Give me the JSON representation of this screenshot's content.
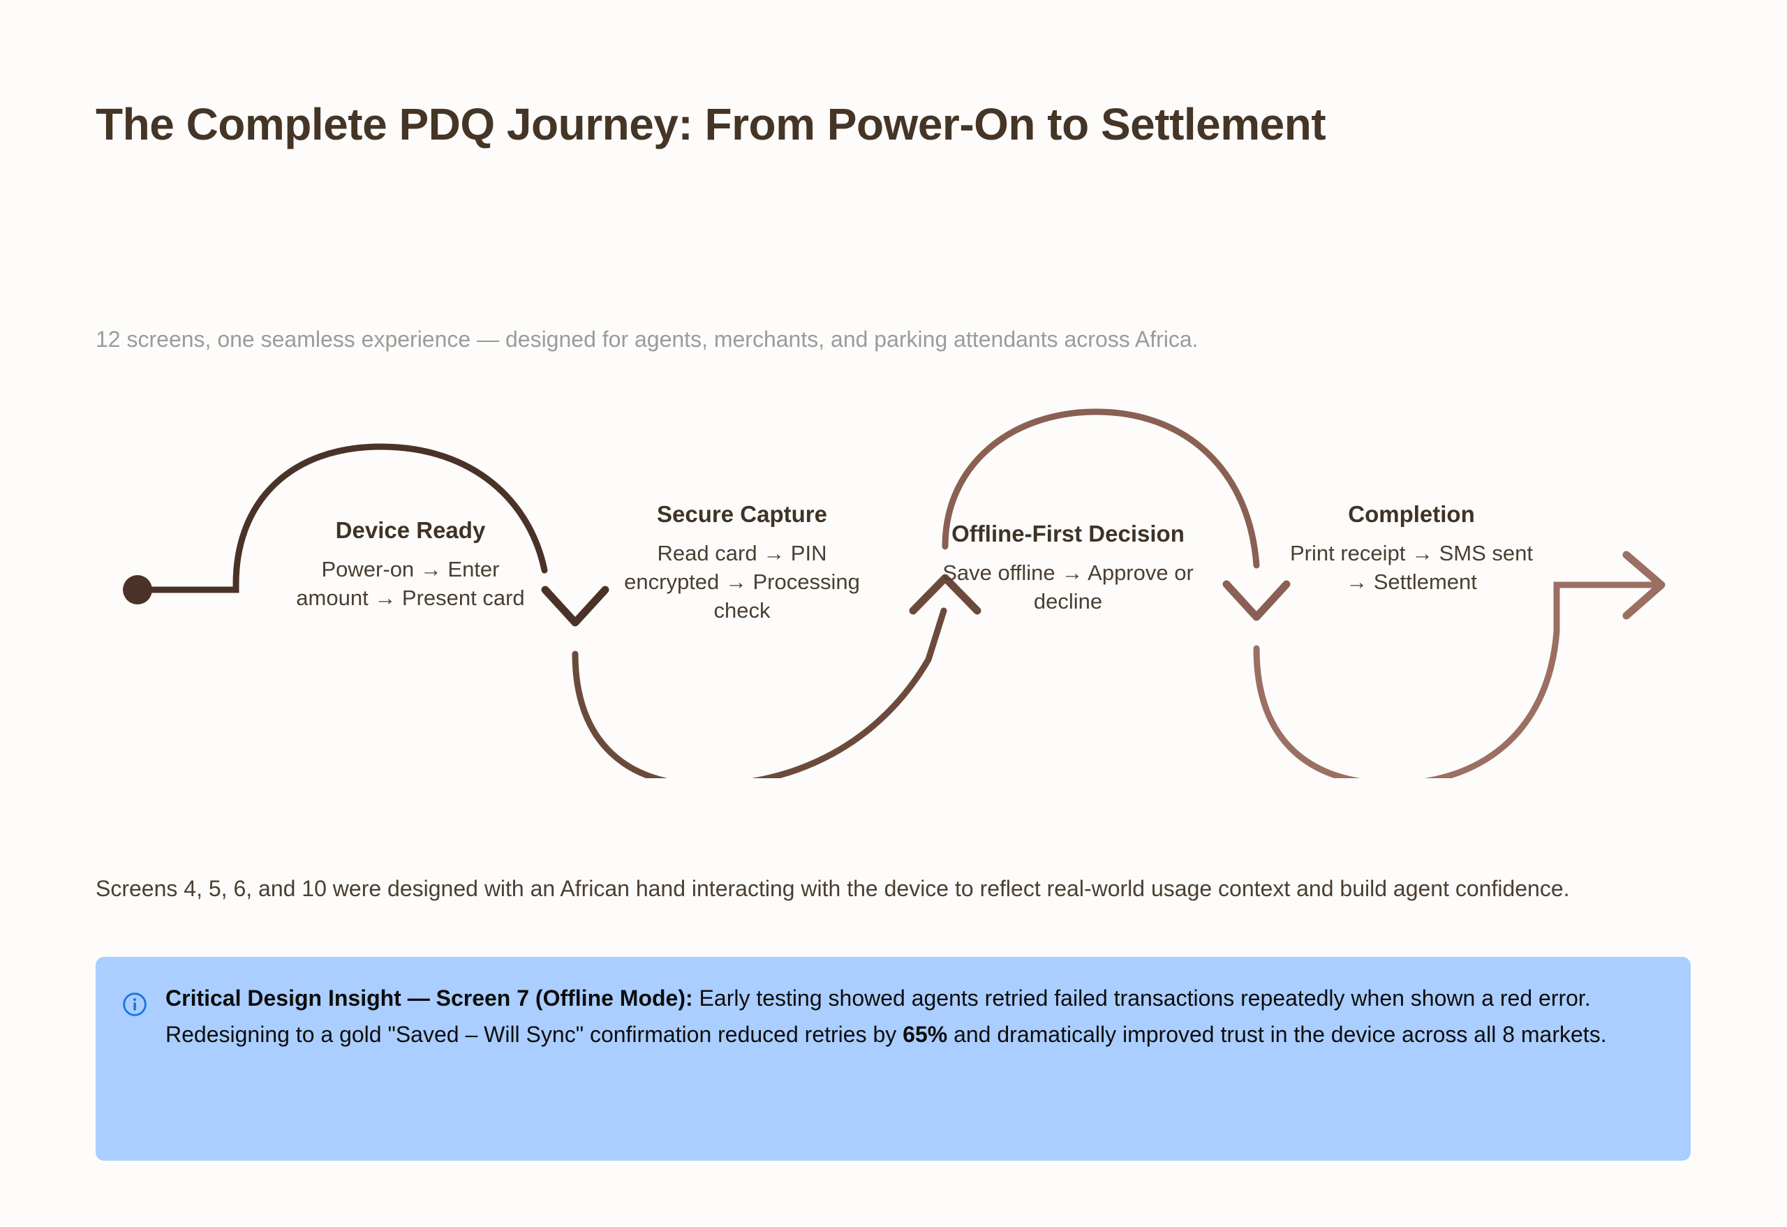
{
  "page": {
    "background_color": "#fdfcfa",
    "title": "The Complete PDQ Journey: From Power-On to Settlement",
    "subtitle": "12 screens, one seamless experience — designed for agents, merchants, and parking attendants across Africa.",
    "body_paragraph": "Screens 4, 5, 6, and 10 were designed with an African hand interacting with the device to reflect real-world usage context and build agent confidence."
  },
  "diagram": {
    "type": "serpentine-flow",
    "start_marker": "filled-dot",
    "end_marker": "arrow-right",
    "colors": [
      "#4a3228",
      "#6b4a3c",
      "#8a6054",
      "#9c6f63"
    ],
    "nodes": [
      {
        "title": "Device Ready",
        "description": "Power-on → Enter amount → Present card",
        "color": "#4a3228"
      },
      {
        "title": "Secure Capture",
        "description": "Read card → PIN encrypted → Processing check",
        "color": "#6b4a3c"
      },
      {
        "title": "Offline-First Decision",
        "description": "Save offline → Approve or decline",
        "color": "#8a6054"
      },
      {
        "title": "Completion",
        "description": "Print receipt → SMS sent → Settlement",
        "color": "#9c6f63"
      }
    ]
  },
  "callout": {
    "icon": "info-circle-icon",
    "background_color": "#aaceff",
    "icon_color": "#1a73e8",
    "lead": "Critical Design Insight — Screen 7 (Offline Mode):",
    "text_1": " Early testing showed agents retried failed transactions repeatedly when shown a red error. Redesigning to a gold \"Saved – Will Sync\" confirmation reduced retries by ",
    "highlight": "65%",
    "text_2": " and dramatically improved trust in the device across all 8 markets."
  }
}
